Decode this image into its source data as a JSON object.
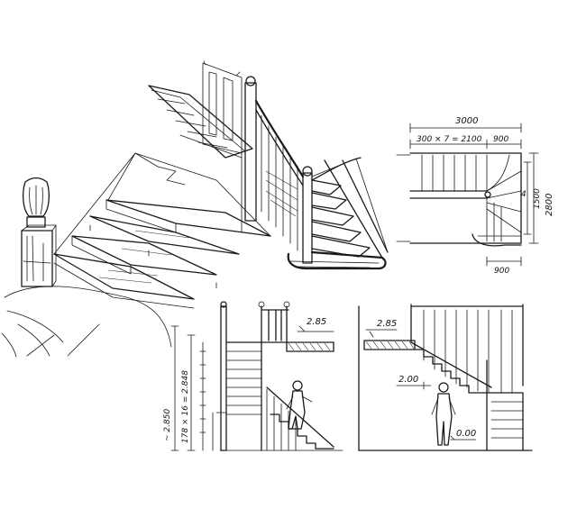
{
  "plan": {
    "overall_width": "3000",
    "run_calc": "300 × 7 = 2100",
    "landing_width": "900",
    "depth_total": "2800",
    "depth_part": "1500",
    "bottom_offset": "900",
    "step_small": "4"
  },
  "section_left": {
    "floor_level": "2.85",
    "total_height": "~ 2.850",
    "riser_calc": "178 × 16 = 2.848"
  },
  "section_right": {
    "floor_level": "2.85",
    "mid_level": "2.00",
    "ground_level": "0.00"
  }
}
